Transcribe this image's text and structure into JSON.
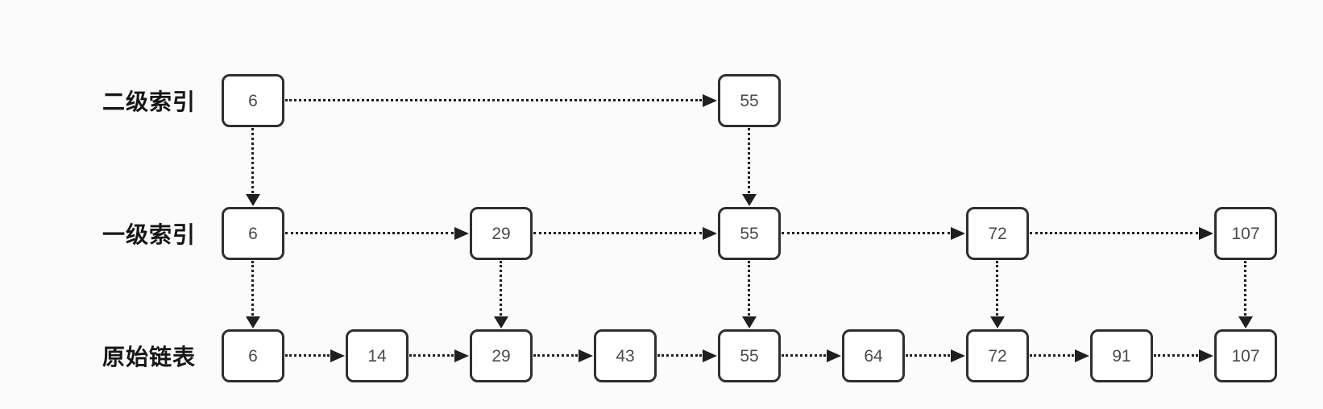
{
  "diagram": {
    "type": "skip-list",
    "colors": {
      "background": "#fbfbfb",
      "node_fill": "#ffffff",
      "node_border": "#2f2f2f",
      "arrow": "#1f1f1f",
      "label_text": "#161616",
      "value_text": "#4a4a4a"
    },
    "rows": [
      {
        "id": "level2-index",
        "label": "二级索引",
        "nodes": [
          {
            "value": "6",
            "col": 0
          },
          {
            "value": "55",
            "col": 4
          }
        ]
      },
      {
        "id": "level1-index",
        "label": "一级索引",
        "nodes": [
          {
            "value": "6",
            "col": 0
          },
          {
            "value": "29",
            "col": 2
          },
          {
            "value": "55",
            "col": 4
          },
          {
            "value": "72",
            "col": 6
          },
          {
            "value": "107",
            "col": 8
          }
        ]
      },
      {
        "id": "base-list",
        "label": "原始链表",
        "nodes": [
          {
            "value": "6",
            "col": 0
          },
          {
            "value": "14",
            "col": 1
          },
          {
            "value": "29",
            "col": 2
          },
          {
            "value": "43",
            "col": 3
          },
          {
            "value": "55",
            "col": 4
          },
          {
            "value": "64",
            "col": 5
          },
          {
            "value": "72",
            "col": 6
          },
          {
            "value": "91",
            "col": 7
          },
          {
            "value": "107",
            "col": 8
          }
        ]
      }
    ],
    "vertical_links": [
      {
        "from_row": 0,
        "to_row": 1,
        "col": 0
      },
      {
        "from_row": 0,
        "to_row": 1,
        "col": 4
      },
      {
        "from_row": 1,
        "to_row": 2,
        "col": 0
      },
      {
        "from_row": 1,
        "to_row": 2,
        "col": 2
      },
      {
        "from_row": 1,
        "to_row": 2,
        "col": 4
      },
      {
        "from_row": 1,
        "to_row": 2,
        "col": 6
      },
      {
        "from_row": 1,
        "to_row": 2,
        "col": 8
      }
    ]
  }
}
